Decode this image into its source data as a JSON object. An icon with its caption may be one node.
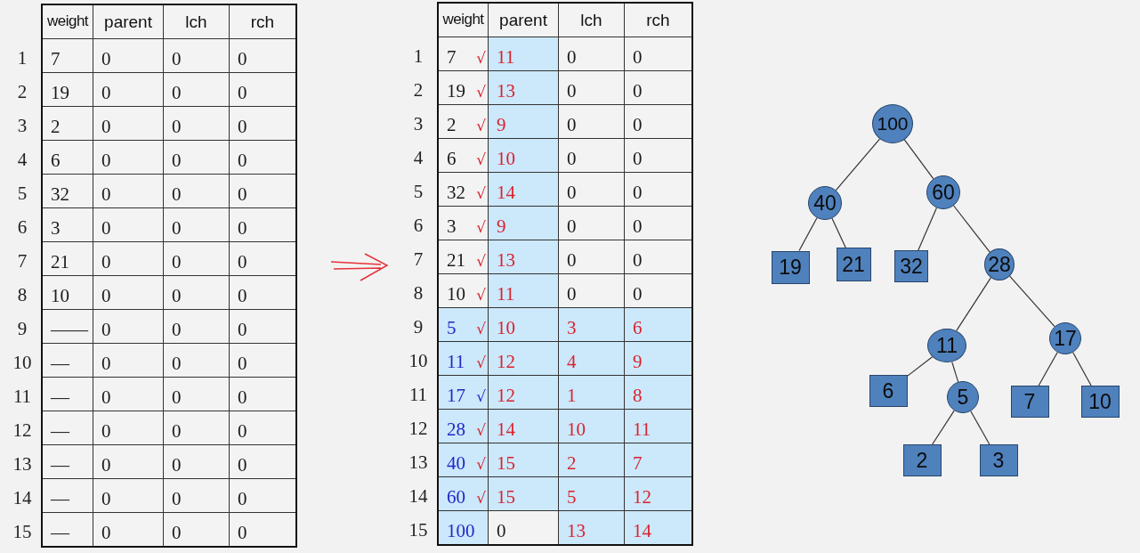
{
  "diagram": {
    "nodes": [
      {
        "text": [
          "100"
        ]
      },
      {
        "text": [
          "40"
        ]
      },
      {
        "text": [
          "60"
        ]
      },
      {
        "text": [
          "19"
        ]
      },
      {
        "text": [
          "21"
        ]
      },
      {
        "text": [
          "32"
        ]
      },
      {
        "text": [
          "28"
        ]
      },
      {
        "text": [
          "11"
        ]
      },
      {
        "text": [
          "17"
        ]
      },
      {
        "text": [
          "6"
        ]
      },
      {
        "text": [
          "5"
        ]
      },
      {
        "text": [
          "7"
        ]
      },
      {
        "text": [
          "10"
        ]
      },
      {
        "text": [
          "2"
        ]
      },
      {
        "text": [
          "3"
        ]
      }
    ],
    "edges": [
      {
        "from": 0,
        "to": 1,
        "arrow": "none"
      },
      {
        "from": 0,
        "to": 2,
        "arrow": "none"
      },
      {
        "from": 1,
        "to": 3,
        "arrow": "none"
      },
      {
        "from": 1,
        "to": 4,
        "arrow": "none"
      },
      {
        "from": 2,
        "to": 5,
        "arrow": "none"
      },
      {
        "from": 2,
        "to": 6,
        "arrow": "none"
      },
      {
        "from": 6,
        "to": 7,
        "arrow": "none"
      },
      {
        "from": 6,
        "to": 8,
        "arrow": "none"
      },
      {
        "from": 7,
        "to": 9,
        "arrow": "none"
      },
      {
        "from": 7,
        "to": 10,
        "arrow": "none"
      },
      {
        "from": 8,
        "to": 11,
        "arrow": "none"
      },
      {
        "from": 8,
        "to": 12,
        "arrow": "none"
      },
      {
        "from": 10,
        "to": 13,
        "arrow": "none"
      },
      {
        "from": 10,
        "to": 14,
        "arrow": "none"
      }
    ],
    "labels": [
      "weight",
      "parent",
      "lch",
      "rch",
      "1",
      "7",
      "0",
      "0",
      "0",
      "2",
      "19",
      "0",
      "0",
      "0",
      "3",
      "2",
      "0",
      "0",
      "0",
      "4",
      "6",
      "0",
      "0",
      "0",
      "5",
      "32",
      "0",
      "0",
      "0",
      "6",
      "3",
      "0",
      "0",
      "0",
      "7",
      "21",
      "0",
      "0",
      "0",
      "8",
      "10",
      "0",
      "0",
      "0",
      "9",
      "——",
      "0",
      "0",
      "0",
      "10",
      "—",
      "0",
      "0",
      "0",
      "11",
      "—",
      "0",
      "0",
      "0",
      "12",
      "—",
      "0",
      "0",
      "0",
      "13",
      "—",
      "0",
      "0",
      "0",
      "14",
      "—",
      "0",
      "0",
      "0",
      "15",
      "—",
      "0",
      "0",
      "0",
      "weight",
      "parent",
      "lch",
      "rch",
      "1",
      "7",
      "√",
      "11",
      "0",
      "0",
      "2",
      "19",
      "√",
      "13",
      "0",
      "0",
      "3",
      "2",
      "√",
      "9",
      "0",
      "0",
      "4",
      "6",
      "√",
      "10",
      "0",
      "0",
      "5",
      "32",
      "√",
      "14",
      "0",
      "0",
      "6",
      "3",
      "√",
      "9",
      "0",
      "0",
      "7",
      "21",
      "√",
      "13",
      "0",
      "0",
      "8",
      "10",
      "√",
      "11",
      "0",
      "0",
      "9",
      "5",
      "√",
      "10",
      "3",
      "6",
      "10",
      "11",
      "√",
      "12",
      "4",
      "9",
      "11",
      "17",
      "√",
      "12",
      "1",
      "8",
      "12",
      "28",
      "√",
      "14",
      "10",
      "11",
      "13",
      "40",
      "√",
      "15",
      "2",
      "7",
      "14",
      "60",
      "√",
      "15",
      "5",
      "12",
      "15",
      "100",
      "0",
      "13",
      "14"
    ]
  }
}
